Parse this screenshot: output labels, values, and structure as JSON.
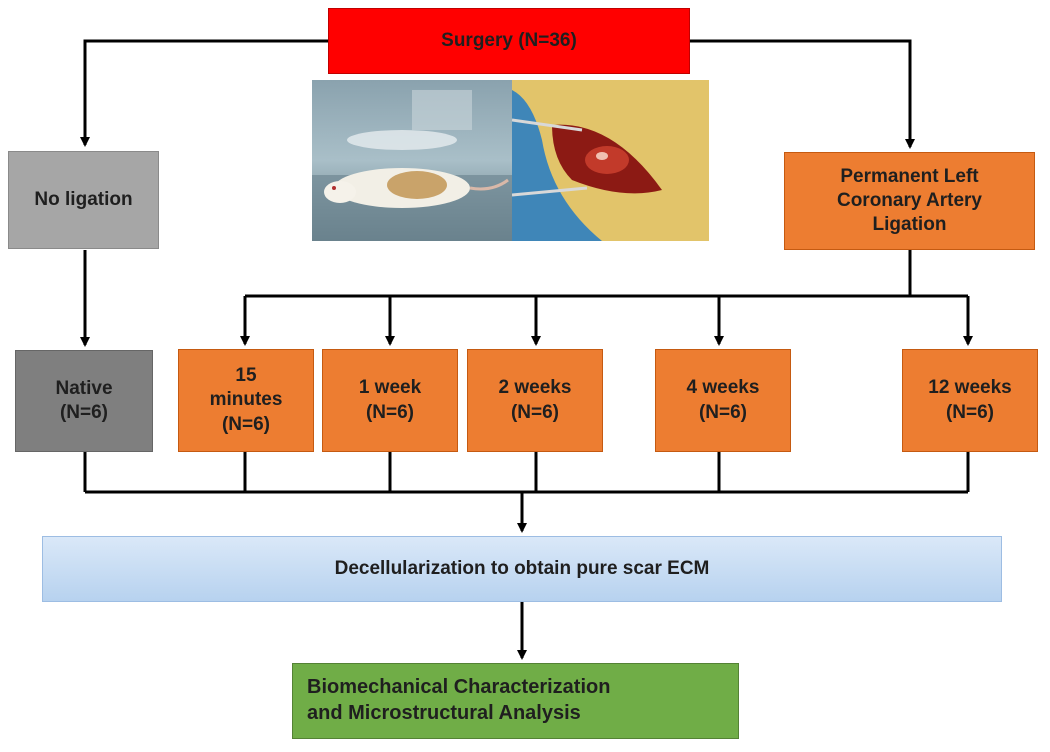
{
  "surgery": "Surgery (N=36)",
  "no_ligation": "No ligation",
  "ligation": "Permanent Left\nCoronary Artery\nLigation",
  "groups": {
    "native": "Native\n(N=6)",
    "min15": "15\nminutes\n(N=6)",
    "week1": "1 week\n(N=6)",
    "week2": "2 weeks\n(N=6)",
    "week4": "4 weeks\n(N=6)",
    "week12": "12 weeks\n(N=6)"
  },
  "decell": "Decellularization to obtain pure scar ECM",
  "analysis": "Biomechanical Characterization\nand Microstructural Analysis",
  "colors": {
    "surgery": "#ff0000",
    "ligation": "#ed7d31",
    "no_ligation": "#a6a6a6",
    "native": "#7f7f7f",
    "decell": "#c5dbf2",
    "analysis": "#70ad47"
  },
  "photos": [
    "rat-under-anesthesia-photo",
    "surgical-incision-photo"
  ]
}
